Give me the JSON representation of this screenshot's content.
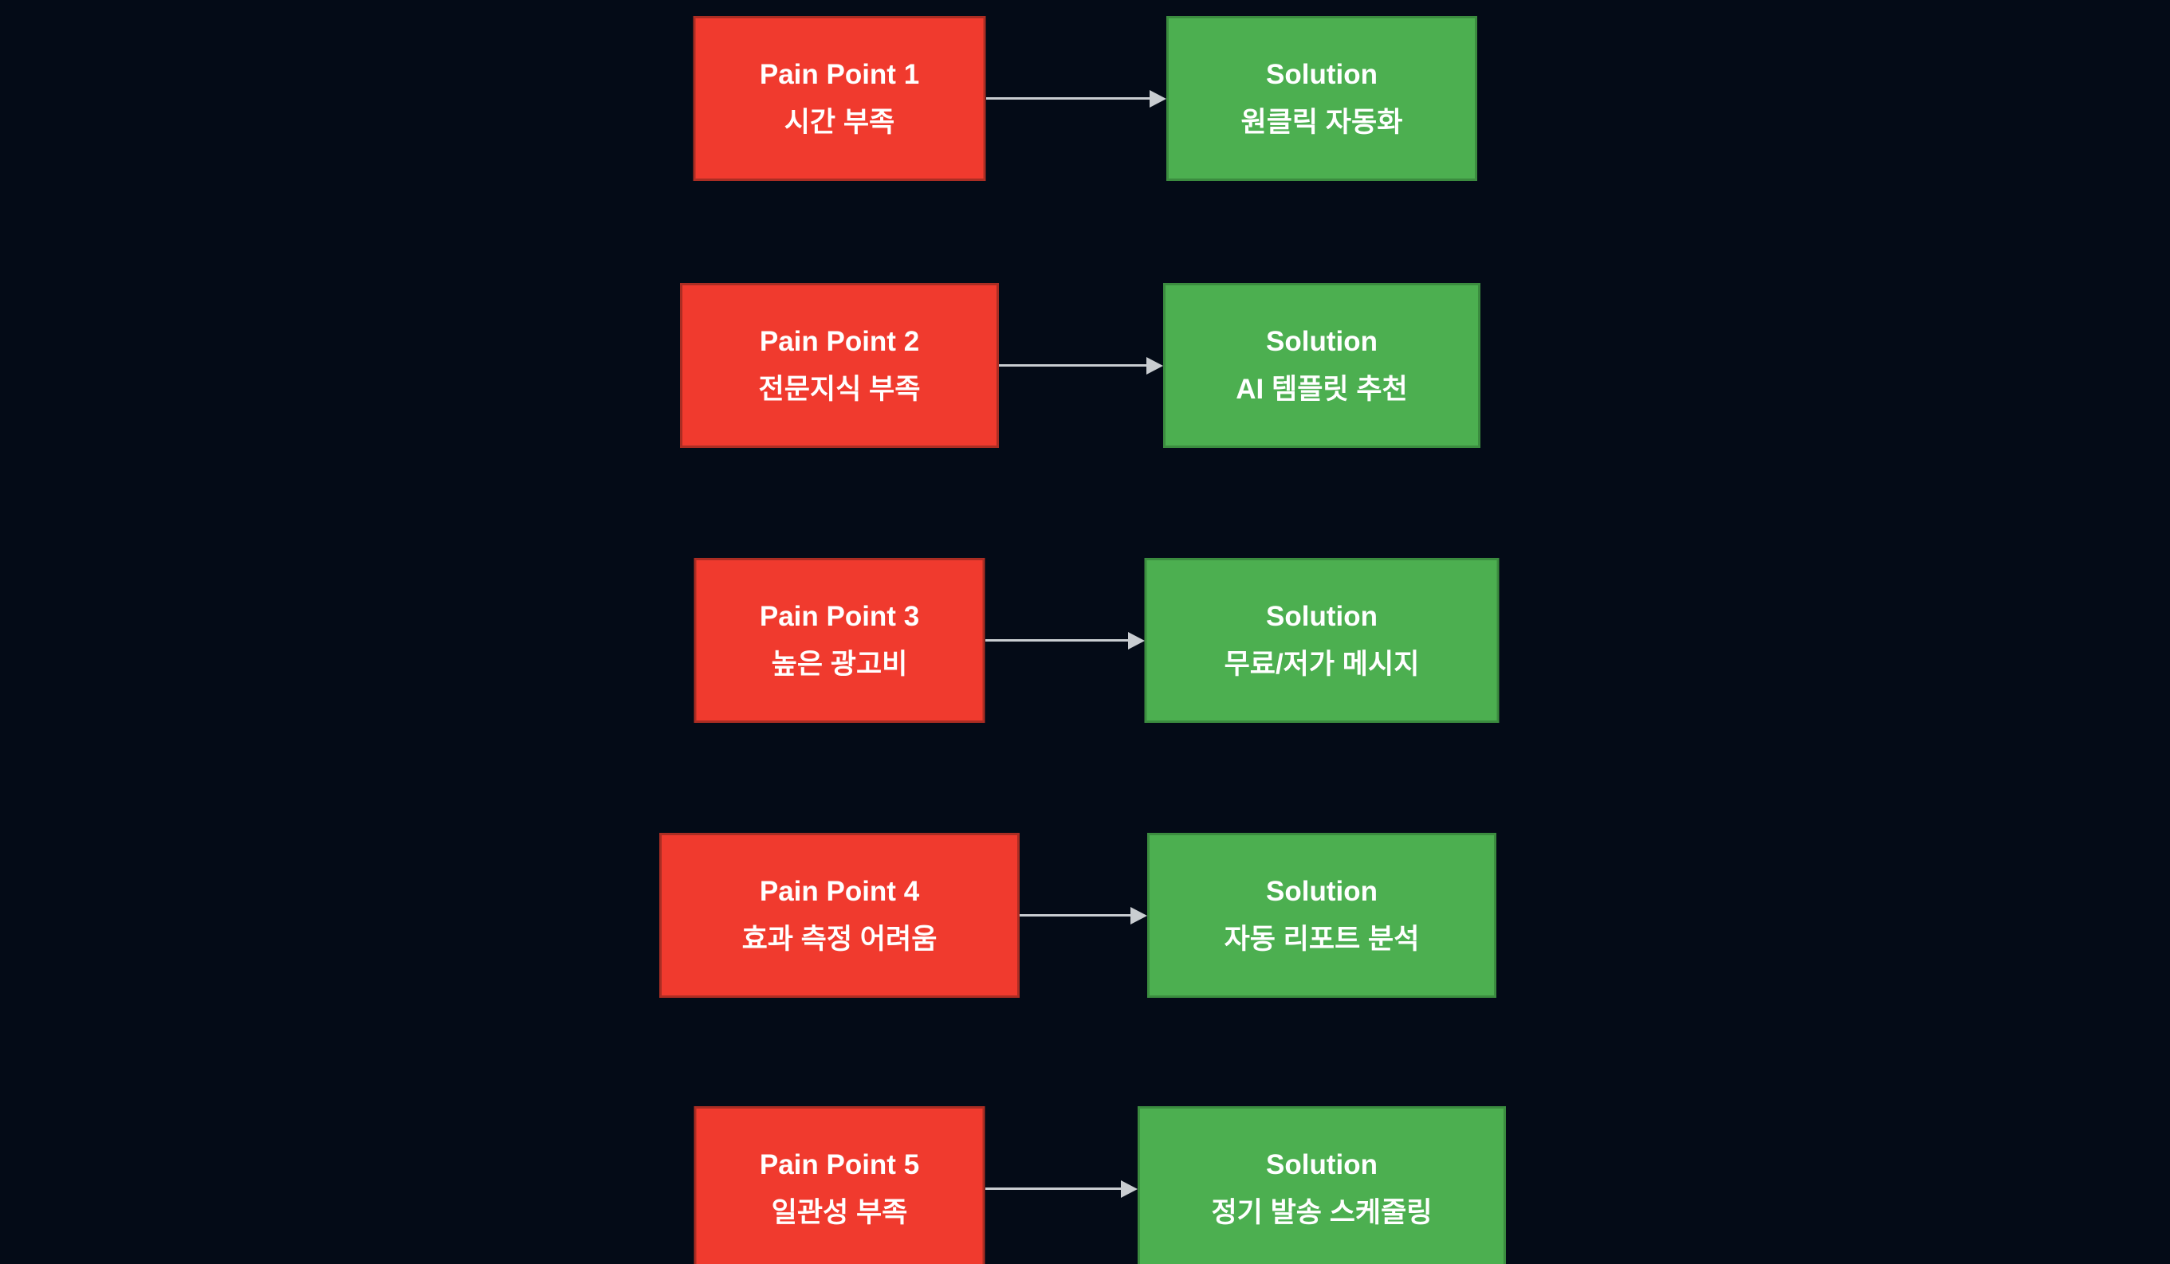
{
  "diagram": {
    "colors": {
      "background": "#040b17",
      "pain_fill": "#f03a2e",
      "pain_border": "#ab2d23",
      "solution_fill": "#4caf50",
      "solution_border": "#3b8c3f",
      "arrow": "#c9cdd1",
      "text": "#ffffff"
    },
    "rows": [
      {
        "pain": {
          "title": "Pain Point 1",
          "subtitle": "시간 부족"
        },
        "solution": {
          "title": "Solution",
          "subtitle": "원클릭 자동화"
        }
      },
      {
        "pain": {
          "title": "Pain Point 2",
          "subtitle": "전문지식 부족"
        },
        "solution": {
          "title": "Solution",
          "subtitle": "AI 템플릿 추천"
        }
      },
      {
        "pain": {
          "title": "Pain Point 3",
          "subtitle": "높은 광고비"
        },
        "solution": {
          "title": "Solution",
          "subtitle": "무료/저가 메시지"
        }
      },
      {
        "pain": {
          "title": "Pain Point 4",
          "subtitle": "효과 측정 어려움"
        },
        "solution": {
          "title": "Solution",
          "subtitle": "자동 리포트 분석"
        }
      },
      {
        "pain": {
          "title": "Pain Point 5",
          "subtitle": "일관성 부족"
        },
        "solution": {
          "title": "Solution",
          "subtitle": "정기 발송 스케줄링"
        }
      }
    ]
  }
}
